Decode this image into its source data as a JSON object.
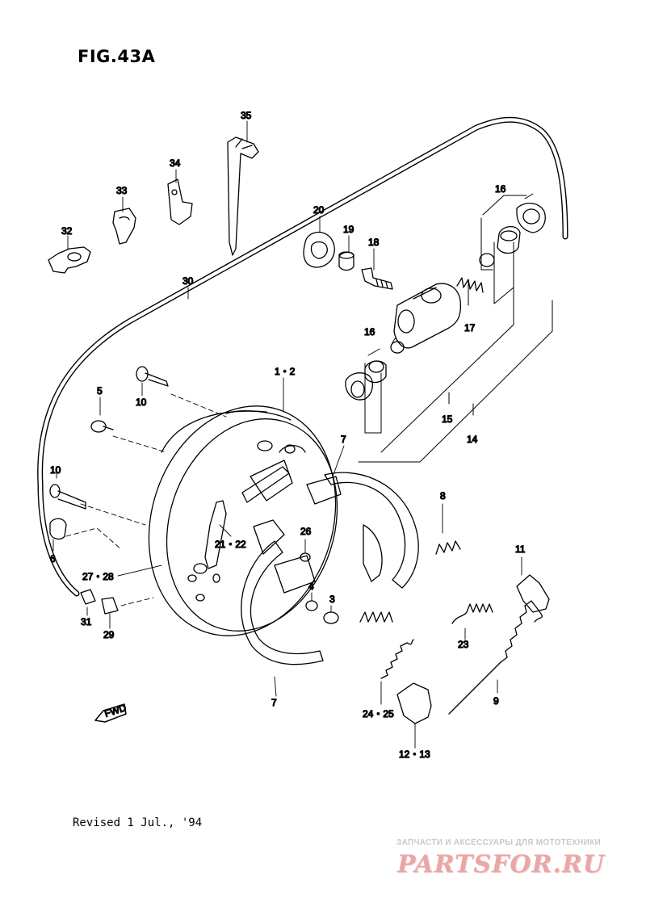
{
  "figure": {
    "title": "FIG.43A"
  },
  "callouts": {
    "c35": "35",
    "c34": "34",
    "c33": "33",
    "c32": "32",
    "c30": "30",
    "c20": "20",
    "c19": "19",
    "c18": "18",
    "c16a": "16",
    "c16b": "16",
    "c17": "17",
    "c15": "15",
    "c14": "14",
    "c1_2": "1・2",
    "c5": "5",
    "c10a": "10",
    "c10b": "10",
    "c6": "6",
    "c7a": "7",
    "c7b": "7",
    "c8": "8",
    "c11": "11",
    "c21_22": "21・22",
    "c26": "26",
    "c27_28": "27・28",
    "c4": "4",
    "c3": "3",
    "c31": "31",
    "c29": "29",
    "c23": "23",
    "c9": "9",
    "c24_25": "24・25",
    "c12_13": "12・13"
  },
  "fwd_label": "FWD",
  "footer": {
    "revised": "Revised 1 Jul., '94"
  },
  "watermark": {
    "caption": "ЗАПЧАСТИ И АКСЕССУАРЫ ДЛЯ МОТОТЕХНИКИ",
    "logo": "PARTSFOR.RU",
    "color": "#e9a7a7"
  }
}
